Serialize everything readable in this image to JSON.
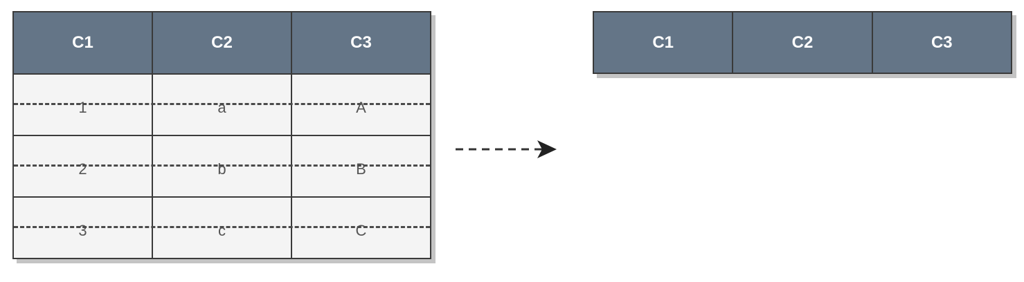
{
  "left_table": {
    "headers": [
      "C1",
      "C2",
      "C3"
    ],
    "rows": [
      [
        "1",
        "a",
        "A"
      ],
      [
        "2",
        "b",
        "B"
      ],
      [
        "3",
        "c",
        "C"
      ]
    ]
  },
  "right_table": {
    "headers": [
      "C1",
      "C2",
      "C3"
    ]
  },
  "colors": {
    "header_fill": "#647587",
    "header_text": "#ffffff",
    "row_fill": "#f4f4f4",
    "border": "#3a3a3a",
    "shadow": "#c4c4c4",
    "dash": "#4a4a4a"
  }
}
